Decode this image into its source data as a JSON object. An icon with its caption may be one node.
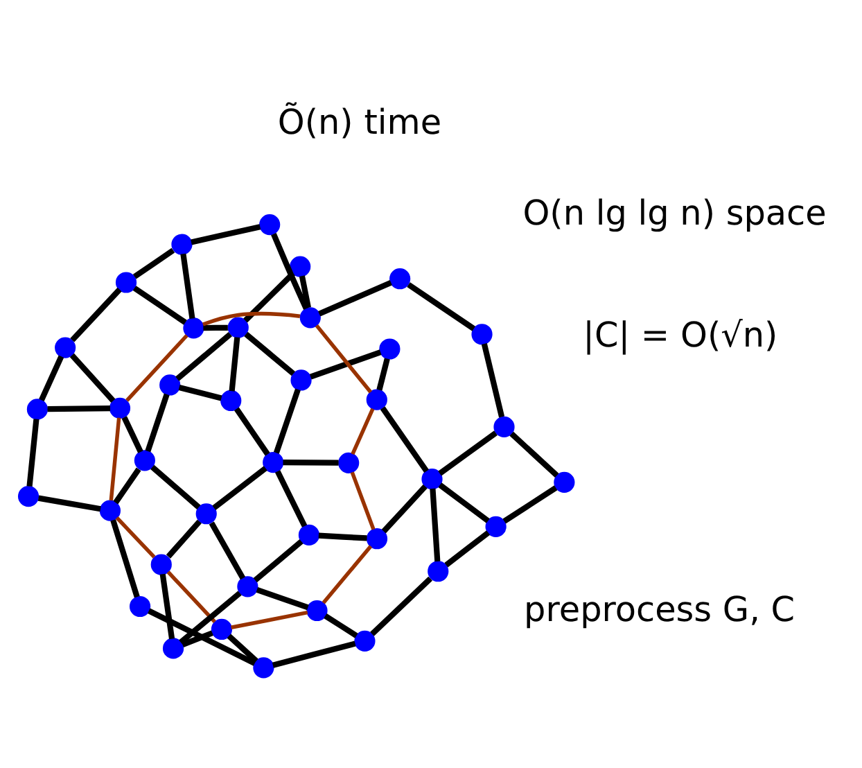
{
  "diagram": {
    "nodes": [
      {
        "text": [],
        "shape": "circle"
      },
      {
        "text": [],
        "shape": "circle"
      },
      {
        "text": [],
        "shape": "circle"
      },
      {
        "text": [],
        "shape": "circle"
      },
      {
        "text": [],
        "shape": "circle"
      },
      {
        "text": [],
        "shape": "circle"
      },
      {
        "text": [],
        "shape": "circle"
      },
      {
        "text": [],
        "shape": "circle"
      },
      {
        "text": [],
        "shape": "circle"
      },
      {
        "text": [],
        "shape": "circle"
      },
      {
        "text": [],
        "shape": "circle"
      },
      {
        "text": [],
        "shape": "circle"
      },
      {
        "text": [],
        "shape": "circle"
      },
      {
        "text": [],
        "shape": "circle"
      },
      {
        "text": [],
        "shape": "circle"
      },
      {
        "text": [],
        "shape": "circle"
      },
      {
        "text": [],
        "shape": "circle"
      },
      {
        "text": [],
        "shape": "circle"
      },
      {
        "text": [],
        "shape": "circle"
      },
      {
        "text": [],
        "shape": "circle"
      },
      {
        "text": [],
        "shape": "circle"
      },
      {
        "text": [],
        "shape": "circle"
      },
      {
        "text": [],
        "shape": "circle"
      },
      {
        "text": [],
        "shape": "circle"
      },
      {
        "text": [],
        "shape": "circle"
      },
      {
        "text": [],
        "shape": "circle"
      },
      {
        "text": [],
        "shape": "circle"
      },
      {
        "text": [],
        "shape": "circle"
      },
      {
        "text": [],
        "shape": "circle"
      },
      {
        "text": [],
        "shape": "circle"
      },
      {
        "text": [],
        "shape": "circle"
      },
      {
        "text": [],
        "shape": "circle"
      },
      {
        "text": [],
        "shape": "circle"
      },
      {
        "text": [],
        "shape": "circle"
      },
      {
        "text": [],
        "shape": "circle"
      },
      {
        "text": [],
        "shape": "circle"
      },
      {
        "text": [],
        "shape": "circle"
      },
      {
        "text": [],
        "shape": "circle"
      }
    ],
    "edges": [
      {
        "from": 0,
        "to": 2,
        "arrow": "none"
      },
      {
        "from": 0,
        "to": 1,
        "arrow": "none"
      },
      {
        "from": 0,
        "to": 4,
        "arrow": "none"
      },
      {
        "from": 1,
        "to": 9,
        "arrow": "none"
      },
      {
        "from": 2,
        "to": 5,
        "arrow": "none"
      },
      {
        "from": 2,
        "to": 8,
        "arrow": "none"
      },
      {
        "from": 5,
        "to": 20,
        "arrow": "none"
      },
      {
        "from": 5,
        "to": 26,
        "arrow": "none"
      },
      {
        "from": 4,
        "to": 3,
        "arrow": "none",
        "color": "#993300"
      },
      {
        "from": 4,
        "to": 7,
        "arrow": "none"
      },
      {
        "from": 8,
        "to": 4,
        "arrow": "none",
        "color": "#993300"
      },
      {
        "from": 8,
        "to": 15,
        "arrow": "none",
        "color": "#993300"
      },
      {
        "from": 8,
        "to": 11,
        "arrow": "none"
      },
      {
        "from": 7,
        "to": 11,
        "arrow": "none"
      },
      {
        "from": 7,
        "to": 3,
        "arrow": "none"
      },
      {
        "from": 3,
        "to": 9,
        "arrow": "none",
        "color": "#993300"
      },
      {
        "from": 3,
        "to": 14,
        "arrow": "none"
      },
      {
        "from": 11,
        "to": 14,
        "arrow": "none"
      },
      {
        "from": 11,
        "to": 16,
        "arrow": "none"
      },
      {
        "from": 14,
        "to": 13,
        "arrow": "none"
      },
      {
        "from": 14,
        "to": 21,
        "arrow": "none"
      },
      {
        "from": 13,
        "to": 9,
        "arrow": "none"
      },
      {
        "from": 13,
        "to": 19,
        "arrow": "none"
      },
      {
        "from": 13,
        "to": 18,
        "arrow": "none"
      },
      {
        "from": 6,
        "to": 9,
        "arrow": "none"
      },
      {
        "from": 6,
        "to": 12,
        "arrow": "none"
      },
      {
        "from": 12,
        "to": 10,
        "arrow": "none"
      },
      {
        "from": 12,
        "to": 18,
        "arrow": "none"
      },
      {
        "from": 18,
        "to": 10,
        "arrow": "none"
      },
      {
        "from": 9,
        "to": 18,
        "arrow": "none",
        "color": "#993300"
      },
      {
        "from": 15,
        "to": 16,
        "arrow": "none"
      },
      {
        "from": 15,
        "to": 25,
        "arrow": "none",
        "color": "#993300"
      },
      {
        "from": 15,
        "to": 26,
        "arrow": "none"
      },
      {
        "from": 16,
        "to": 21,
        "arrow": "none"
      },
      {
        "from": 21,
        "to": 25,
        "arrow": "none"
      },
      {
        "from": 21,
        "to": 22,
        "arrow": "none"
      },
      {
        "from": 21,
        "to": 17,
        "arrow": "none"
      },
      {
        "from": 17,
        "to": 19,
        "arrow": "none"
      },
      {
        "from": 17,
        "to": 23,
        "arrow": "none"
      },
      {
        "from": 19,
        "to": 23,
        "arrow": "none"
      },
      {
        "from": 22,
        "to": 23,
        "arrow": "none"
      },
      {
        "from": 23,
        "to": 27,
        "arrow": "none"
      },
      {
        "from": 22,
        "to": 28,
        "arrow": "none"
      },
      {
        "from": 28,
        "to": 33,
        "arrow": "none"
      },
      {
        "from": 20,
        "to": 26,
        "arrow": "none"
      },
      {
        "from": 20,
        "to": 29,
        "arrow": "none"
      },
      {
        "from": 29,
        "to": 36,
        "arrow": "none"
      },
      {
        "from": 26,
        "to": 36,
        "arrow": "none"
      },
      {
        "from": 26,
        "to": 33,
        "arrow": "none"
      },
      {
        "from": 25,
        "to": 33,
        "arrow": "none",
        "color": "#993300"
      },
      {
        "from": 33,
        "to": 34,
        "arrow": "none",
        "color": "#993300"
      },
      {
        "from": 23,
        "to": 30,
        "arrow": "none"
      },
      {
        "from": 30,
        "to": 34,
        "arrow": "none"
      },
      {
        "from": 34,
        "to": 27,
        "arrow": "none",
        "color": "#993300"
      },
      {
        "from": 34,
        "to": 32,
        "arrow": "none"
      },
      {
        "from": 34,
        "to": 37,
        "arrow": "none"
      },
      {
        "from": 27,
        "to": 18,
        "arrow": "none",
        "color": "#993300"
      },
      {
        "from": 27,
        "to": 24,
        "arrow": "none"
      },
      {
        "from": 27,
        "to": 31,
        "arrow": "none"
      },
      {
        "from": 31,
        "to": 24,
        "arrow": "none"
      },
      {
        "from": 31,
        "to": 32,
        "arrow": "none"
      },
      {
        "from": 24,
        "to": 10,
        "arrow": "none"
      },
      {
        "from": 36,
        "to": 35,
        "arrow": "none"
      },
      {
        "from": 35,
        "to": 37,
        "arrow": "none"
      }
    ],
    "labels": [
      "preprocess G, C",
      "Õ(n) time",
      "O(n lg lg n) space",
      "|C| = O(√n)"
    ]
  }
}
